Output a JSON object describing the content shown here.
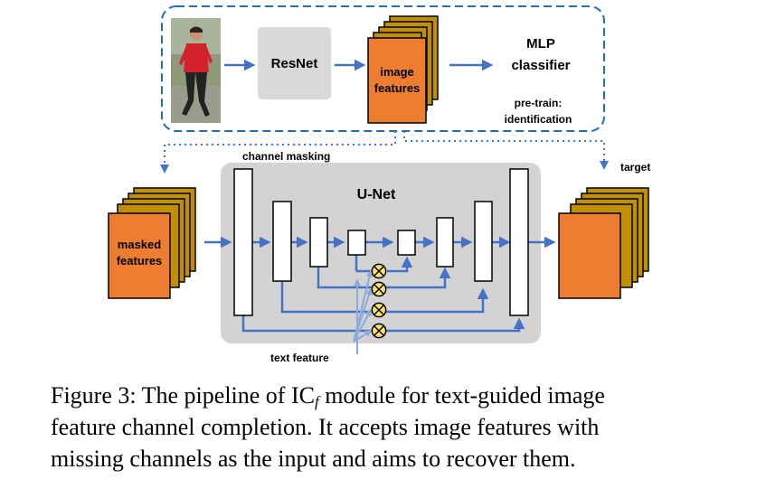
{
  "diagram": {
    "resnet_label": "ResNet",
    "image_features_line1": "image",
    "image_features_line2": "features",
    "mlp_line1": "MLP",
    "mlp_line2": "classifier",
    "pretrain_line1": "pre-train:",
    "pretrain_line2": "identification",
    "channel_masking_label": "channel masking",
    "target_label": "target",
    "unet_label": "U-Net",
    "masked_line1": "masked",
    "masked_line2": "features",
    "text_feature_label": "text feature",
    "colors": {
      "arrow_blue": "#4472c4",
      "dashed_border": "#1f6fb4",
      "feature_orange": "#ed7d31",
      "feature_gold": "#c09000",
      "unet_gray": "#d3d3d3",
      "resnet_gray": "#d9d9d9",
      "op_yellow": "#ffdf6e"
    },
    "icons": [
      "pedestrian-photo",
      "multiply-circle-icon"
    ]
  },
  "caption": {
    "prefix": "Figure 3: The pipeline of IC",
    "subscript": "f",
    "line1_rest": " module for text-guided image",
    "line2": "feature channel completion. It accepts image features with",
    "line3": "missing channels as the input and aims to recover them."
  }
}
